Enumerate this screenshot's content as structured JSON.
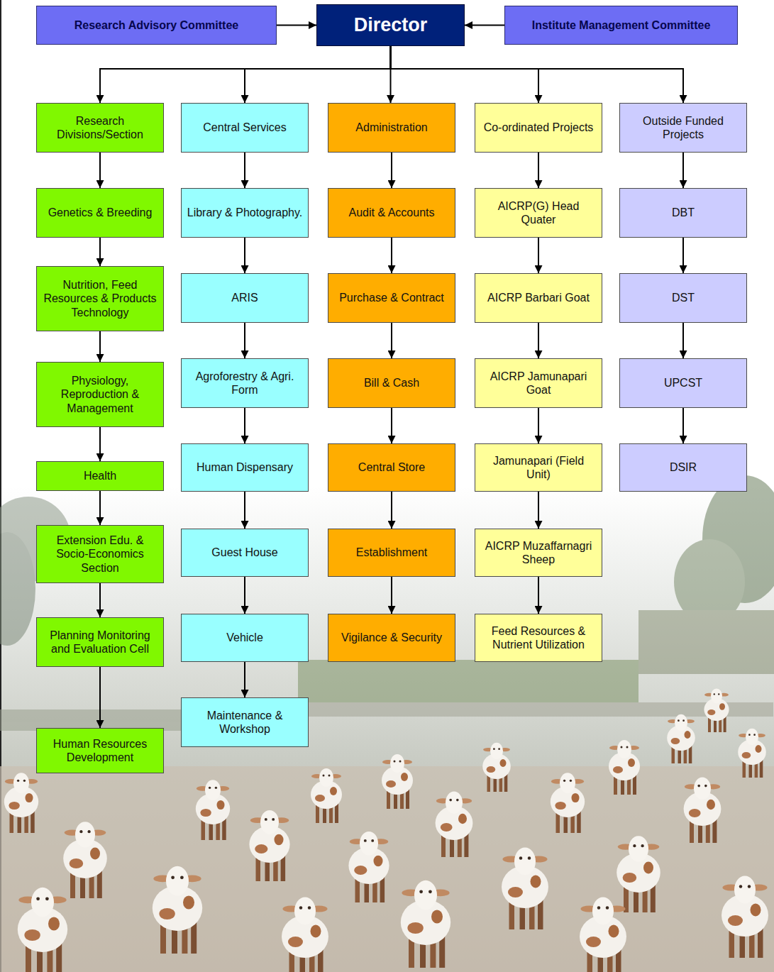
{
  "diagram": {
    "nodes": [
      {
        "text": [
          "Research Advisory Committee"
        ]
      },
      {
        "text": [
          "Director"
        ]
      },
      {
        "text": [
          "Institute Management Committee"
        ]
      },
      {
        "text": [
          "Research Divisions/Section"
        ]
      },
      {
        "text": [
          "Genetics & Breeding"
        ]
      },
      {
        "text": [
          "Nutrition, Feed Resources & Products Technology"
        ]
      },
      {
        "text": [
          "Physiology, Reproduction & Management"
        ]
      },
      {
        "text": [
          "Health"
        ]
      },
      {
        "text": [
          "Extension Edu. & Socio-Economics Section"
        ]
      },
      {
        "text": [
          "Planning Monitoring and Evaluation Cell"
        ]
      },
      {
        "text": [
          "Human Resources Development"
        ]
      },
      {
        "text": [
          "Central Services"
        ]
      },
      {
        "text": [
          "Library & Photography."
        ]
      },
      {
        "text": [
          "ARIS"
        ]
      },
      {
        "text": [
          "Agroforestry & Agri. Form"
        ]
      },
      {
        "text": [
          "Human Dispensary"
        ]
      },
      {
        "text": [
          "Guest House"
        ]
      },
      {
        "text": [
          "Vehicle"
        ]
      },
      {
        "text": [
          "Maintenance & Workshop"
        ]
      },
      {
        "text": [
          "Administration"
        ]
      },
      {
        "text": [
          "Audit & Accounts"
        ]
      },
      {
        "text": [
          "Purchase & Contract"
        ]
      },
      {
        "text": [
          "Bill & Cash"
        ]
      },
      {
        "text": [
          "Central Store"
        ]
      },
      {
        "text": [
          "Establishment"
        ]
      },
      {
        "text": [
          "Vigilance & Security"
        ]
      },
      {
        "text": [
          "Co-ordinated Projects"
        ]
      },
      {
        "text": [
          "AICRP(G) Head Quater"
        ]
      },
      {
        "text": [
          "AICRP Barbari Goat"
        ]
      },
      {
        "text": [
          "AICRP Jamunapari Goat"
        ]
      },
      {
        "text": [
          "Jamunapari (Field Unit)"
        ]
      },
      {
        "text": [
          "AICRP Muzaffarnagri Sheep"
        ]
      },
      {
        "text": [
          "Feed Resources & Nutrient Utilization"
        ]
      },
      {
        "text": [
          "Outside Funded Projects"
        ]
      },
      {
        "text": [
          "DBT"
        ]
      },
      {
        "text": [
          "DST"
        ]
      },
      {
        "text": [
          "UPCST"
        ]
      },
      {
        "text": [
          "DSIR"
        ]
      }
    ],
    "edges": [
      {
        "from": 0,
        "to": 1,
        "arrow": "to"
      },
      {
        "from": 2,
        "to": 1,
        "arrow": "to"
      },
      {
        "from": 1,
        "to": 3,
        "arrow": "to"
      },
      {
        "from": 1,
        "to": 11,
        "arrow": "to"
      },
      {
        "from": 1,
        "to": 19,
        "arrow": "to"
      },
      {
        "from": 1,
        "to": 26,
        "arrow": "to"
      },
      {
        "from": 1,
        "to": 33,
        "arrow": "to"
      },
      {
        "from": 3,
        "to": 4,
        "arrow": "to"
      },
      {
        "from": 4,
        "to": 5,
        "arrow": "to"
      },
      {
        "from": 5,
        "to": 6,
        "arrow": "to"
      },
      {
        "from": 6,
        "to": 7,
        "arrow": "to"
      },
      {
        "from": 7,
        "to": 8,
        "arrow": "to"
      },
      {
        "from": 8,
        "to": 9,
        "arrow": "to"
      },
      {
        "from": 9,
        "to": 10,
        "arrow": "to"
      },
      {
        "from": 11,
        "to": 12,
        "arrow": "to"
      },
      {
        "from": 12,
        "to": 13,
        "arrow": "to"
      },
      {
        "from": 13,
        "to": 14,
        "arrow": "to"
      },
      {
        "from": 14,
        "to": 15,
        "arrow": "to"
      },
      {
        "from": 15,
        "to": 16,
        "arrow": "to"
      },
      {
        "from": 16,
        "to": 17,
        "arrow": "to"
      },
      {
        "from": 17,
        "to": 18,
        "arrow": "to"
      },
      {
        "from": 19,
        "to": 20,
        "arrow": "to"
      },
      {
        "from": 20,
        "to": 21,
        "arrow": "to"
      },
      {
        "from": 21,
        "to": 22,
        "arrow": "to"
      },
      {
        "from": 22,
        "to": 23,
        "arrow": "to"
      },
      {
        "from": 23,
        "to": 24,
        "arrow": "to"
      },
      {
        "from": 24,
        "to": 25,
        "arrow": "to"
      },
      {
        "from": 26,
        "to": 27,
        "arrow": "to"
      },
      {
        "from": 27,
        "to": 28,
        "arrow": "to"
      },
      {
        "from": 28,
        "to": 29,
        "arrow": "to"
      },
      {
        "from": 29,
        "to": 30,
        "arrow": "to"
      },
      {
        "from": 30,
        "to": 31,
        "arrow": "to"
      },
      {
        "from": 31,
        "to": 32,
        "arrow": "to"
      },
      {
        "from": 33,
        "to": 34,
        "arrow": "to"
      },
      {
        "from": 34,
        "to": 35,
        "arrow": "to"
      },
      {
        "from": 35,
        "to": 36,
        "arrow": "to"
      },
      {
        "from": 36,
        "to": 37,
        "arrow": "to"
      }
    ]
  }
}
